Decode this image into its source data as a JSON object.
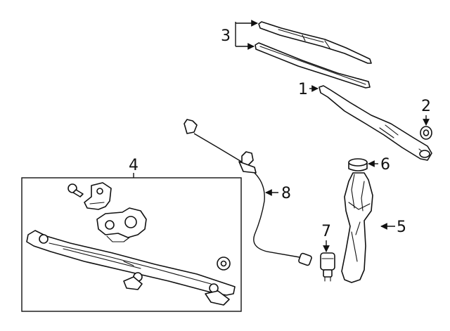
{
  "callouts": {
    "arm": "1",
    "cap": "2",
    "blades": "3",
    "linkage_kit": "4",
    "reservoir": "5",
    "reservoir_cap": "6",
    "pump": "7",
    "hose": "8"
  }
}
